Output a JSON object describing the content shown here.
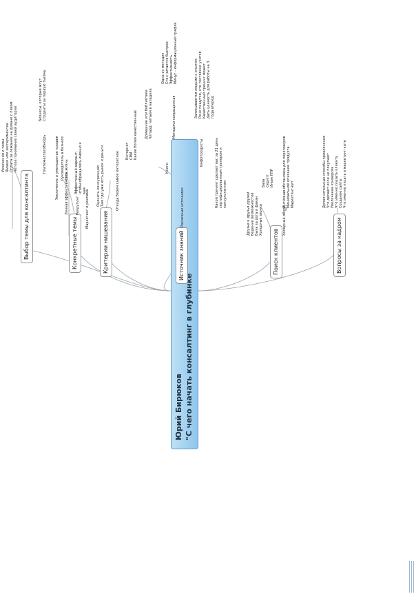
{
  "root": {
    "author": "Юрий Бирюков",
    "title": "\"С чего начать консалтинг в глубинке\""
  },
  "branches": {
    "b1": {
      "label": "Выбор темы для консалтинга",
      "items": [
        "Увлечения и темы",
        "Фишки или экспериментие",
        "Оплата за лежание на диване с пивом",
        "Четкое понимание своей аудитории",
        "Платежеспособность"
      ],
      "sub": [
        "Бизнесы, которые жгут",
        "Студенты за первую тысячу"
      ]
    },
    "b2": {
      "label": "Конкретные темы",
      "items": [
        "Увеличение и уменьшение продаж",
        "Личная эффективность",
        "Рекрутинг",
        "Маркетинг и реклама"
      ],
      "eff": [
        "Руководитель в бизнесе",
        "Своя жизнь"
      ],
      "rec": [
        "Эффективный вариант, чтобы обращались именно к вам"
      ]
    },
    "b3": {
      "label": "Критерии нишевания",
      "items": [
        "Оценить конкуренцию",
        "Там где уже есть рынок и деньги",
        "Откуда берем самое интересное"
      ]
    },
    "b4": {
      "label": "Источник знаний",
      "items": [
        "Различные источники"
      ],
      "sources": [
        "Интернет",
        "СМИ",
        "Какие более качественные",
        "Книги",
        "Инфопродукты",
        "Какой тренинг сделает вас за 21 день сертифицированным тренером и консультантом"
      ],
      "books": [
        "Домашние или библиотека",
        "Чипард: читаем в наладние",
        "Методики сокращенная"
      ],
      "methods": [
        "Одна из методик",
        "Стон читается быстрее",
        "Эффективность",
        "Минус - информационный график"
      ],
      "info": [
        "Записываются людьми с опытом",
        "Ренк пишутся, кто постоянно учится",
        "Качественный тренинг может дать ценность для работы на 3 года вперед"
      ]
    },
    "b5": {
      "label": "Поиск клиентов",
      "items": [
        "Друзья и друзья друзей",
        "Ведение возможностей",
        "Быка за рога и факан",
        "Холодные звонки",
        "Холодный обход"
      ],
      "calls": [
        "База",
        "Скрипт",
        "Иным ЛПР"
      ],
      "walk": [
        "Интимная обстановка для переговоров",
        "Минимальное описание продукта",
        "Маркетинг-кит"
      ]
    },
    "b6": {
      "label": "Вопросы за кадром",
      "items": [
        "Дополнительные способы привлечения",
        "Что делают если не покупают",
        "Увеличение конверсии",
        "Что именно сказать клиенту",
        "Создание сайта",
        "Что именно писать в маркетинг-ките"
      ]
    }
  }
}
